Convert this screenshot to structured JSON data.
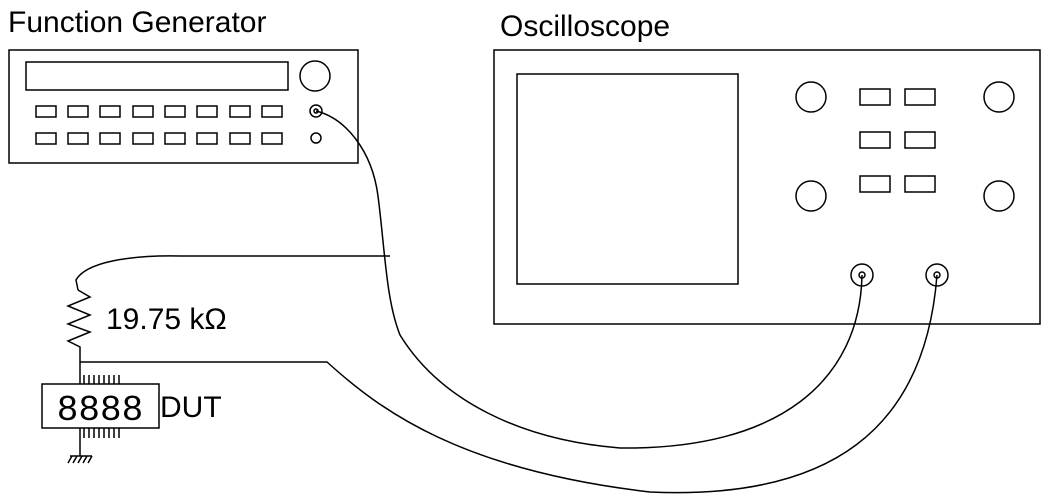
{
  "labels": {
    "function_generator": "Function Generator",
    "oscilloscope": "Oscilloscope",
    "resistor": "19.75 kΩ",
    "dut": "DUT",
    "dut_display": "8888"
  },
  "colors": {
    "line": "#000000",
    "background": "#ffffff"
  }
}
